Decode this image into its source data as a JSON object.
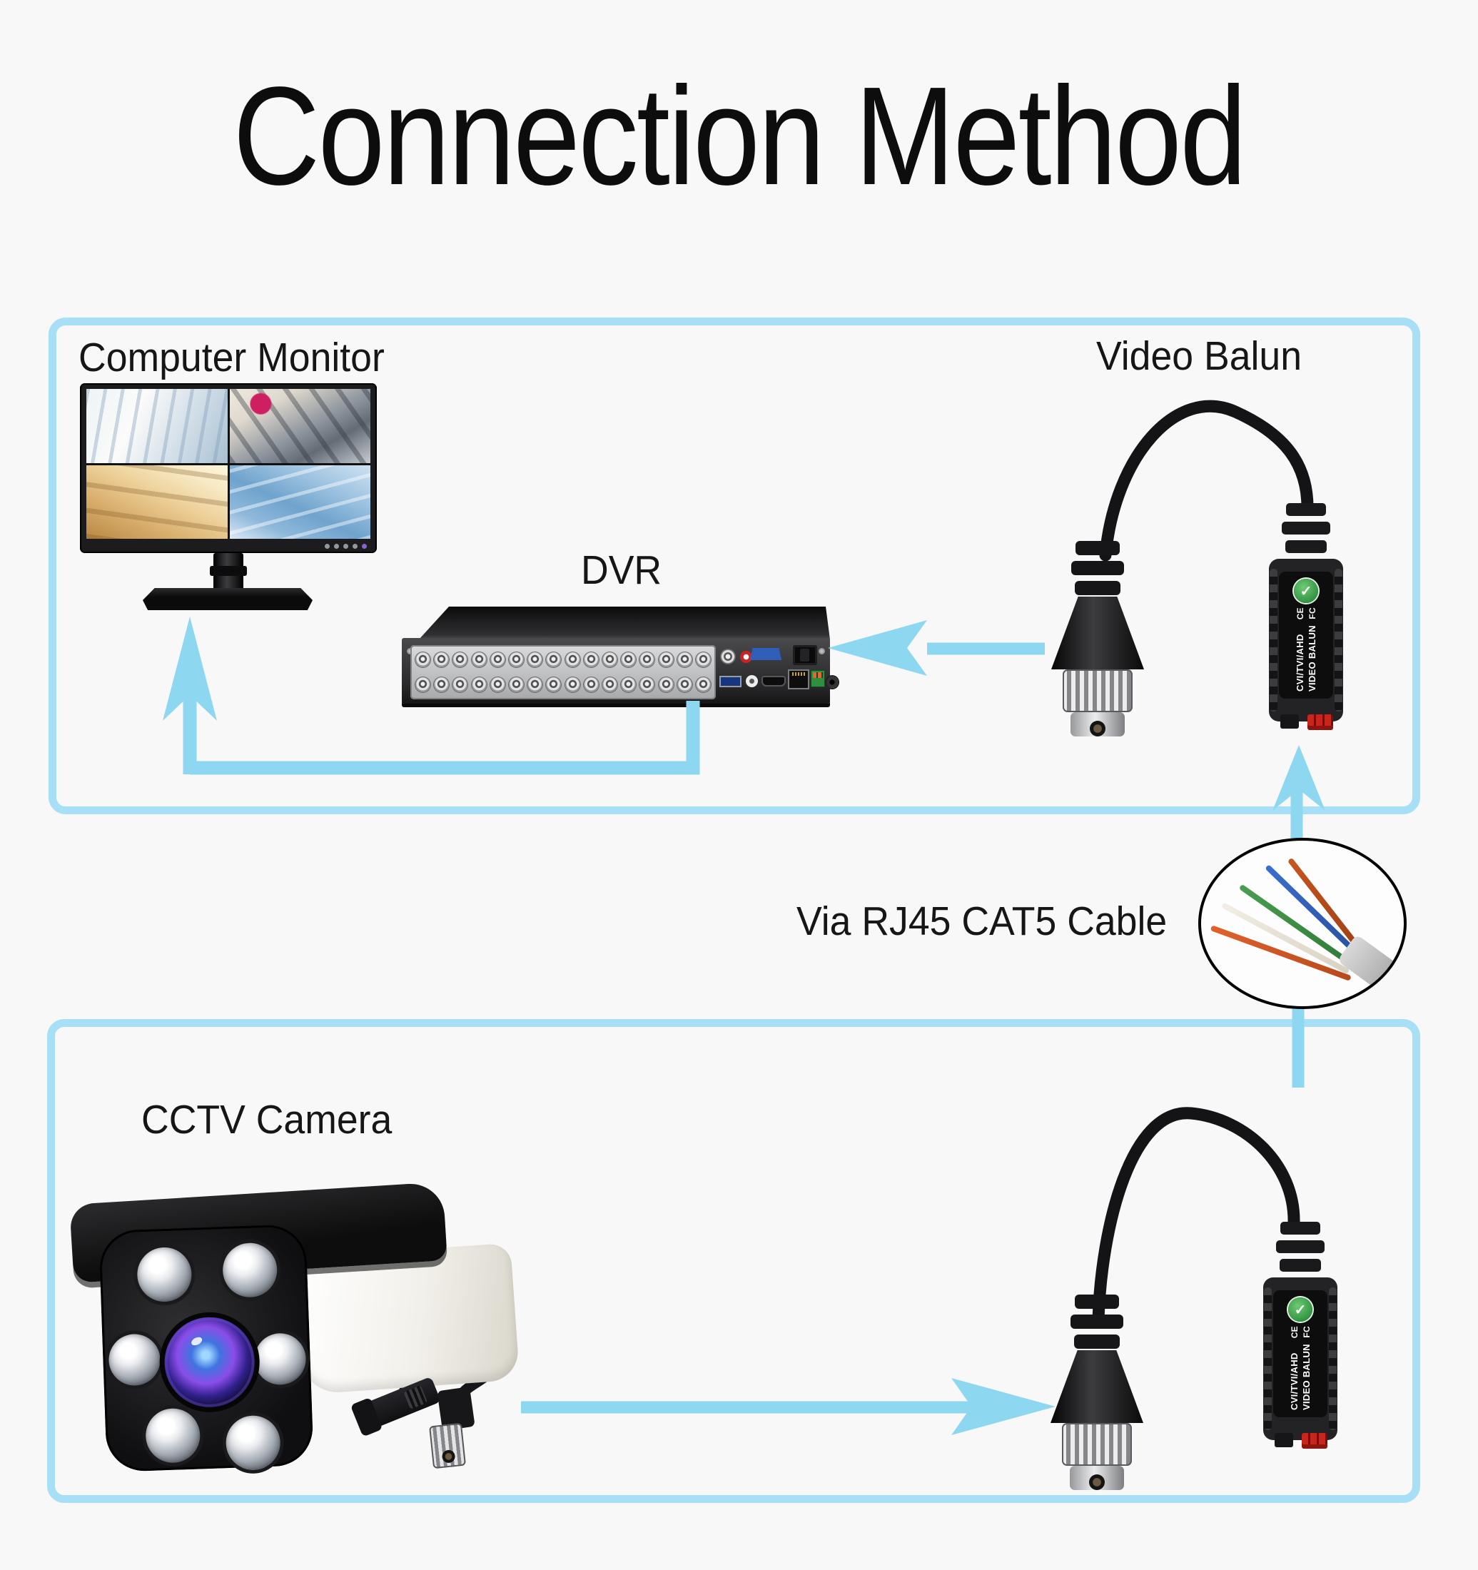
{
  "title": "Connection Method",
  "colors": {
    "accent_arrow": "#8ed7f1",
    "box_border": "#a7e0f6",
    "background": "#f8f8f8",
    "text": "#141414",
    "balun_terminal_red": "#c8251d",
    "brand_logo_green": "#2f9140"
  },
  "top_section": {
    "monitor_label": "Computer Monitor",
    "dvr_label": "DVR",
    "balun_label": "Video Balun"
  },
  "middle": {
    "cable_label": "Via RJ45 CAT5 Cable"
  },
  "bottom_section": {
    "camera_label": "CCTV Camera"
  },
  "balun_markings": {
    "line1": "CVI/TVI/AHD",
    "line2": "VIDEO BALUN",
    "ce_mark": "CE",
    "fcc_mark": "FC",
    "logo_glyph": "✓"
  },
  "dvr": {
    "bnc_rows": 2,
    "bnc_per_row": 16
  },
  "monitor": {
    "indicator_dots": 5,
    "screen_views": 4
  }
}
